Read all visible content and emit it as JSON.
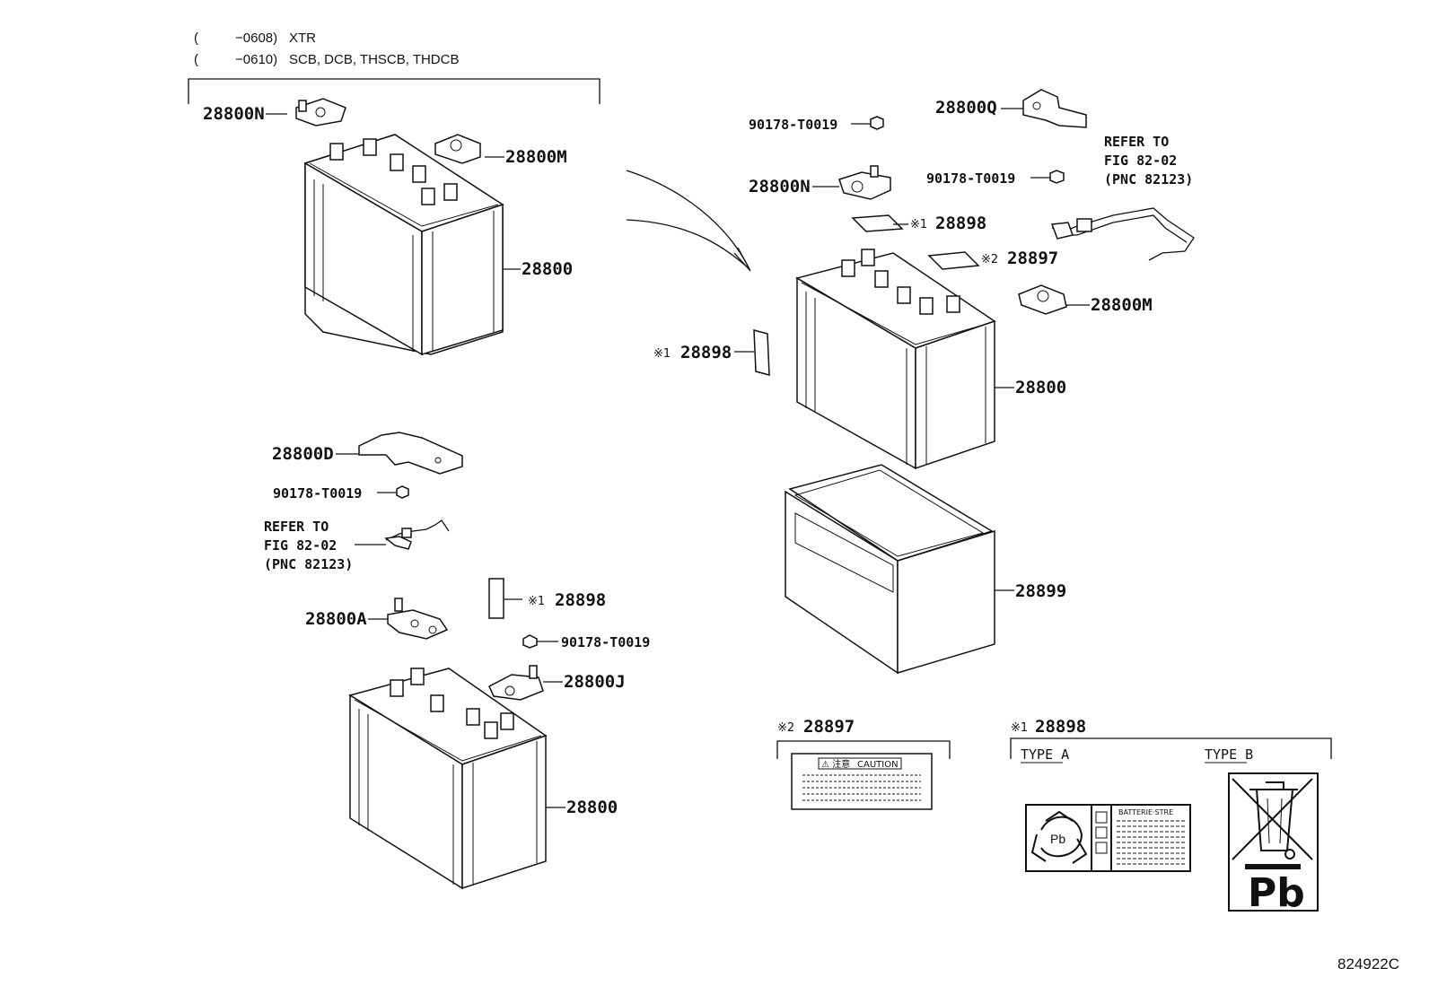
{
  "header_notes": [
    {
      "open": "(",
      "range": "−0608)",
      "models": "XTR"
    },
    {
      "open": "(",
      "range": "−0610)",
      "models": "SCB, DCB, THSCB, THDCB"
    }
  ],
  "left_group": {
    "terminal_neg": "28800N",
    "terminal_pos": "28800M",
    "battery": "28800"
  },
  "lower_left": {
    "clamp": "28800D",
    "nut": "90178-T0019",
    "refer": [
      "REFER TO",
      "FIG 82-02",
      "(PNC 82123)"
    ],
    "label_mark": "※1",
    "label_part": "28898",
    "holder": "28800A",
    "nut2": "90178-T0019",
    "terminal": "28800J",
    "battery": "28800"
  },
  "right_group": {
    "nut_top": "90178-T0019",
    "terminal_q": "28800Q",
    "terminal_n": "28800N",
    "nut_mid": "90178-T0019",
    "refer": [
      "REFER TO",
      "FIG 82-02",
      "(PNC 82123)"
    ],
    "label1_mark": "※1",
    "label1_part": "28898",
    "label2_mark": "※2",
    "label2_part": "28897",
    "terminal_m": "28800M",
    "side_label_mark": "※1",
    "side_label_part": "28898",
    "battery": "28800",
    "tray": "28899"
  },
  "detail_caution": {
    "mark": "※2",
    "part": "28897",
    "caption": "CAUTION",
    "icon_text": "⚠ 注意"
  },
  "detail_labels": {
    "mark": "※1",
    "part": "28898",
    "type_a": "TYPE A",
    "type_b": "TYPE B",
    "pb": "Pb",
    "battery_text": "BATTERIE·STRE"
  },
  "figure_id": "824922C"
}
